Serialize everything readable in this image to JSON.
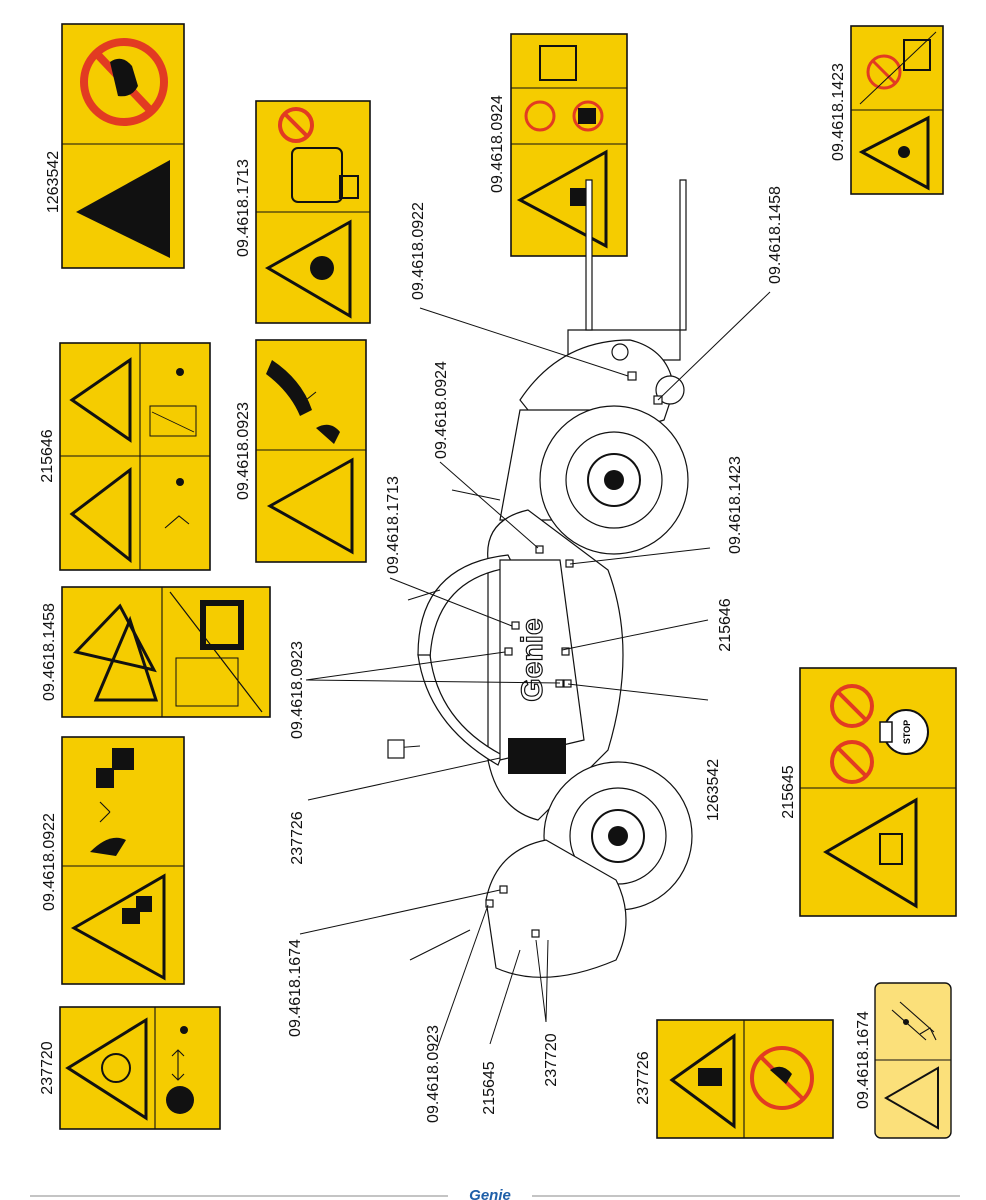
{
  "brand": "Genie",
  "decals": [
    {
      "part": "1263542"
    },
    {
      "part": "215646"
    },
    {
      "part": "09.4618.1458"
    },
    {
      "part": "09.4618.0922"
    },
    {
      "part": "237720"
    },
    {
      "part": "09.4618.1713"
    },
    {
      "part": "09.4618.0923"
    },
    {
      "part": "09.4618.0924"
    },
    {
      "part": "09.4618.1423"
    },
    {
      "part": "215645"
    },
    {
      "part": "237726"
    },
    {
      "part": "09.4618.1674"
    }
  ],
  "callouts": [
    {
      "part": "09.4618.0922"
    },
    {
      "part": "09.4618.1458"
    },
    {
      "part": "09.4618.0924"
    },
    {
      "part": "09.4618.1713"
    },
    {
      "part": "09.4618.1423"
    },
    {
      "part": "09.4618.0923"
    },
    {
      "part": "215646"
    },
    {
      "part": "237726"
    },
    {
      "part": "1263542"
    },
    {
      "part": "09.4618.1674"
    },
    {
      "part": "09.4618.0923"
    },
    {
      "part": "215645"
    },
    {
      "part": "237720"
    }
  ],
  "stop_text": "STOP"
}
